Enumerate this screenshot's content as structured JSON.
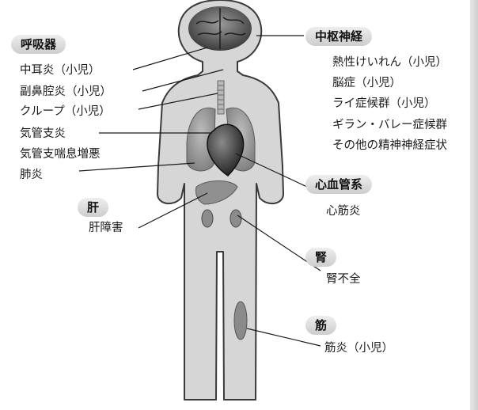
{
  "categories": {
    "respiratory": {
      "title": "呼吸器",
      "items": [
        "中耳炎（小児）",
        "副鼻腔炎（小児）",
        "クループ（小児）",
        "気管支炎",
        "気管支喘息増悪",
        "肺炎"
      ]
    },
    "cns": {
      "title": "中枢神経",
      "items": [
        "熱性けいれん（小児）",
        "脳症（小児）",
        "ライ症候群（小児）",
        "ギラン・バレー症候群",
        "その他の精神神経症状"
      ]
    },
    "cardio": {
      "title": "心血管系",
      "items": [
        "心筋炎"
      ]
    },
    "liver": {
      "title": "肝",
      "items": [
        "肝障害"
      ]
    },
    "kidney": {
      "title": "腎",
      "items": [
        "腎不全"
      ]
    },
    "muscle": {
      "title": "筋",
      "items": [
        "筋炎（小児）"
      ]
    }
  },
  "colors": {
    "body_fill": "#d6d6d6",
    "body_stroke": "#3a3a3a",
    "organ": "#8f8f8f",
    "heart": "#3a3a3a",
    "pill_bg": "#dcdcdc",
    "leader_line": "#1a1a1a"
  }
}
